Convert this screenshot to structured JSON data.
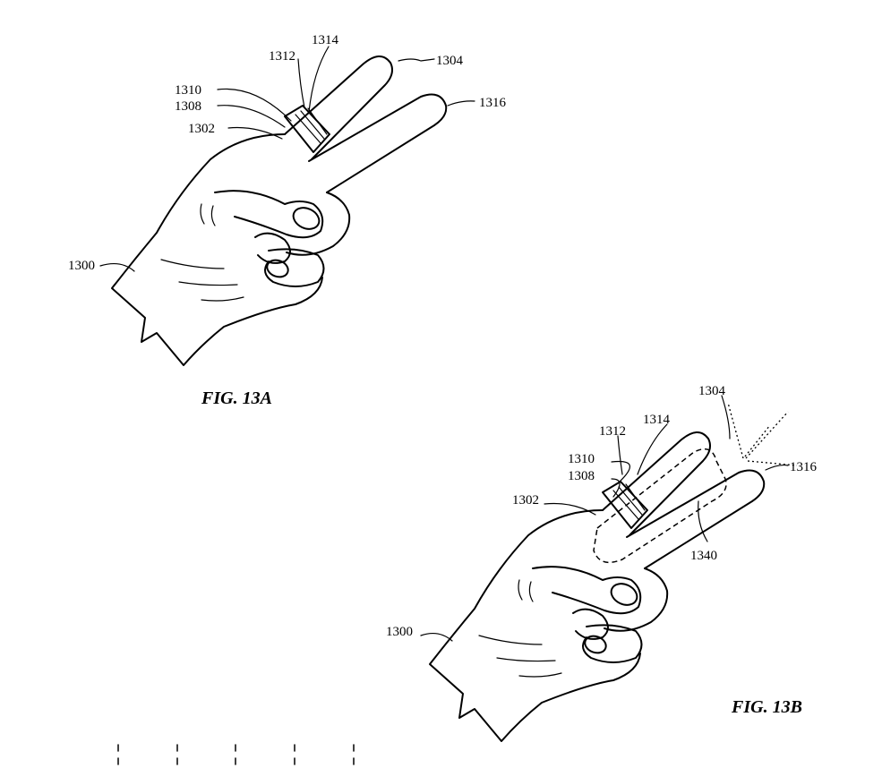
{
  "figures": [
    {
      "caption": "FIG. 13A",
      "labels": {
        "hand": "1300",
        "ring": "1302",
        "index_finger": "1304",
        "ring_surface": "1308",
        "ring_band": "1310",
        "ring_sensor": "1312",
        "ring_display": "1314",
        "middle_finger": "1316"
      }
    },
    {
      "caption": "FIG. 13B",
      "labels": {
        "hand": "1300",
        "ring": "1302",
        "index_finger": "1304",
        "ring_surface": "1308",
        "ring_band": "1310",
        "ring_sensor": "1312",
        "ring_display": "1314",
        "middle_finger": "1316",
        "gesture_path": "1340"
      }
    }
  ]
}
